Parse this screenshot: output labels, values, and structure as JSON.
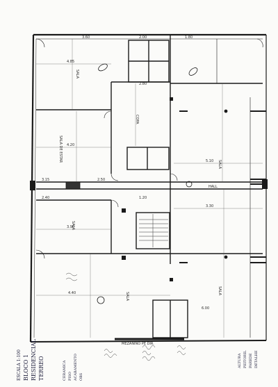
{
  "drawing": {
    "ink_color": "#1a1a1a",
    "pencil_color": "#555555",
    "paper_color": "#fbfbf9"
  },
  "room_labels": [
    {
      "id": "sala-top",
      "text": "SALA"
    },
    {
      "id": "living-top",
      "text": "SALA DE ESTAR"
    },
    {
      "id": "copa-top",
      "text": "COPA"
    },
    {
      "id": "sala-left-mid",
      "text": "SALA"
    },
    {
      "id": "sala-bottom",
      "text": "SALA"
    },
    {
      "id": "right-upper",
      "text": "SALA"
    },
    {
      "id": "right-lower",
      "text": "SALA"
    }
  ],
  "corridor_label": "HALL",
  "bottom_label": "MEZANINO PE DIR.",
  "title_block": {
    "lines": [
      "TERREO",
      "RESIDENCIAL",
      "BLOCO 1"
    ],
    "subtitle": "ESCALA 1:100"
  },
  "notes": {
    "left": [
      "OBS",
      "ACABAMENTO",
      "PISO",
      "CERAMICA"
    ],
    "right": [
      "DETALHE",
      "PAREDE",
      "PEITORIL",
      "ALTURA"
    ]
  },
  "dimensions": [
    "4.85",
    "3.60",
    "2.00",
    "1.80",
    "4.20",
    "3.15",
    "2.50",
    "5.10",
    "3.90",
    "2.40",
    "1.20",
    "4.40",
    "3.30",
    "6.00",
    "2.80"
  ]
}
